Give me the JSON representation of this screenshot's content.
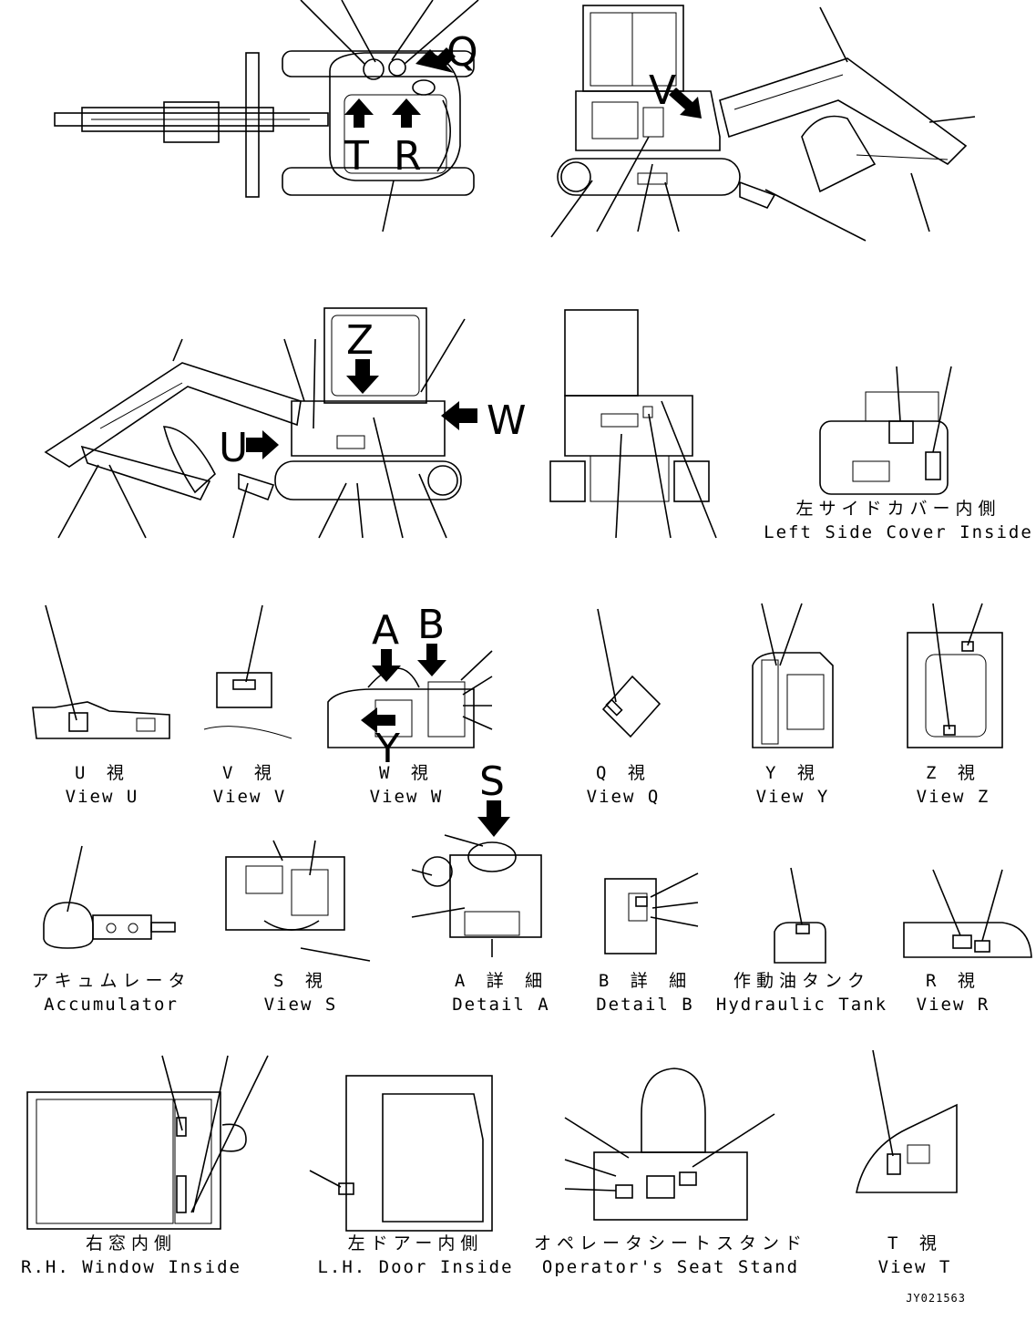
{
  "drawing": {
    "code": "JY021563",
    "letters": [
      "Q",
      "T",
      "R",
      "V",
      "Z",
      "W",
      "U",
      "A",
      "B",
      "Y",
      "S"
    ],
    "captions": [
      {
        "id": "left_side_cover",
        "jp": "左サイドカバー内側",
        "en": "Left Side Cover Inside"
      },
      {
        "id": "view_u",
        "jp": "U 視",
        "en": "View U"
      },
      {
        "id": "view_v",
        "jp": "V 視",
        "en": "View V"
      },
      {
        "id": "view_w",
        "jp": "W 視",
        "en": "View W"
      },
      {
        "id": "view_q",
        "jp": "Q 視",
        "en": "View Q"
      },
      {
        "id": "view_y",
        "jp": "Y 視",
        "en": "View Y"
      },
      {
        "id": "view_z",
        "jp": "Z 視",
        "en": "View Z"
      },
      {
        "id": "accumulator",
        "jp": "アキュムレータ",
        "en": "Accumulator"
      },
      {
        "id": "view_s",
        "jp": "S 視",
        "en": "View S"
      },
      {
        "id": "detail_a",
        "jp": "A 詳 細",
        "en": "Detail A"
      },
      {
        "id": "detail_b",
        "jp": "B 詳 細",
        "en": "Detail B"
      },
      {
        "id": "hydraulic_tank",
        "jp": "作動油タンク",
        "en": "Hydraulic Tank"
      },
      {
        "id": "view_r",
        "jp": "R 視",
        "en": "View R"
      },
      {
        "id": "rh_window",
        "jp": "右窓内側",
        "en": "R.H. Window Inside"
      },
      {
        "id": "lh_door",
        "jp": "左ドアー内側",
        "en": "L.H. Door Inside"
      },
      {
        "id": "seat_stand",
        "jp": "オペレータシートスタンド",
        "en": "Operator's Seat Stand"
      },
      {
        "id": "view_t",
        "jp": "T 視",
        "en": "View T"
      }
    ]
  }
}
